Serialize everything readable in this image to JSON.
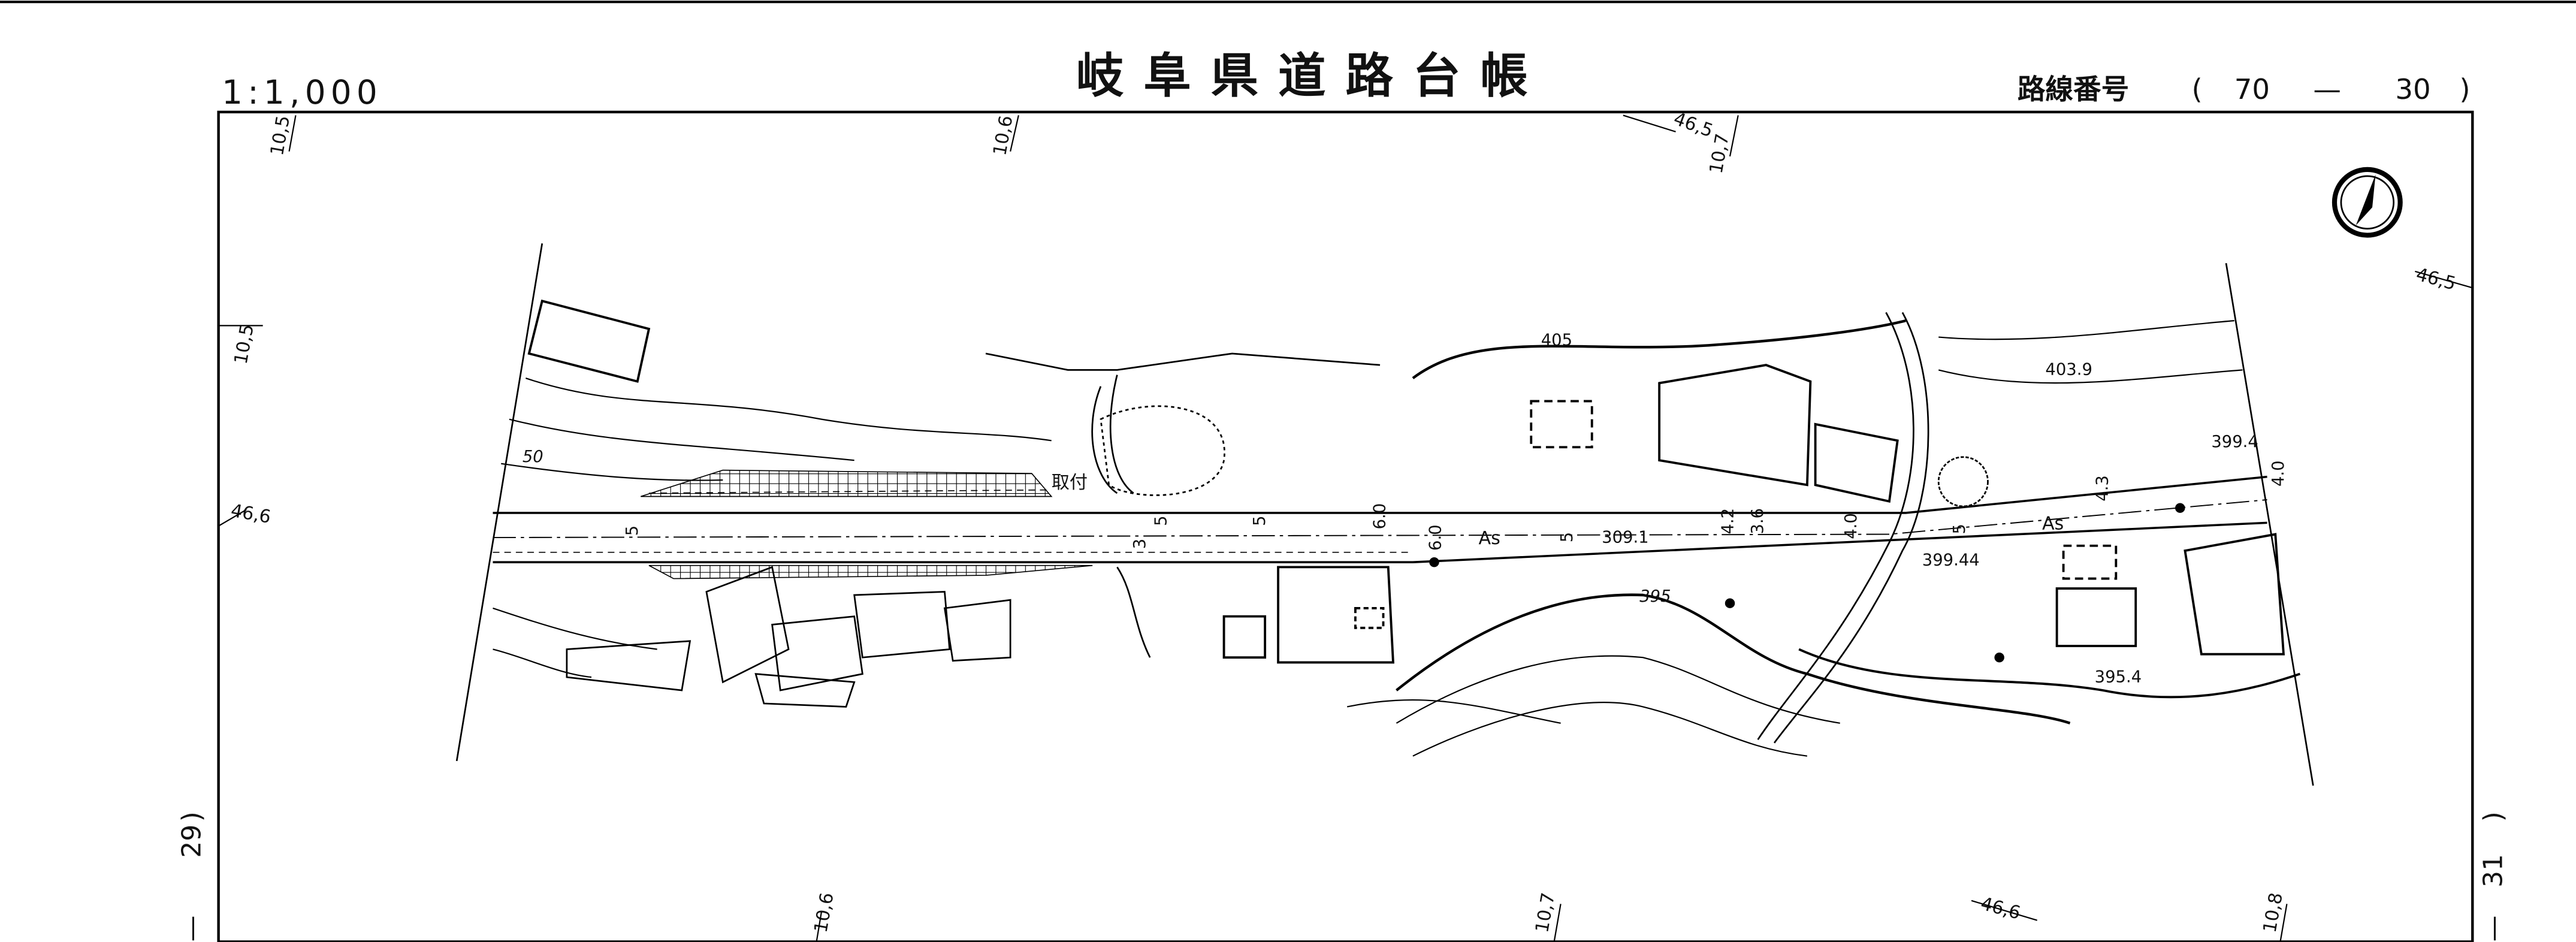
{
  "header": {
    "title": "岐阜県道路台帳",
    "scale": "1:1,000",
    "route_label": "路線番号",
    "route_open": "(",
    "route_major": "70",
    "route_dash": "—",
    "route_minor": "30",
    "route_close": ")"
  },
  "sheet": {
    "prev": "29",
    "next": "31",
    "paren": ")",
    "dash": "—"
  },
  "grid_labels": {
    "top": [
      "10,5",
      "10,6",
      "46,5",
      "10,7"
    ],
    "left": [
      "10,5",
      "46,6"
    ],
    "right": [
      "46,5"
    ],
    "bottom": [
      "10,6",
      "10,7",
      "46,6",
      "10,8"
    ]
  },
  "map_labels": {
    "contour_405": "405",
    "contour_50": "50",
    "contour_395": "395",
    "elev_403_9": "403.9",
    "elev_399_4": "399.4",
    "elev_399_44": "399.44",
    "elev_395_4": "395.4",
    "elev_309_1": "309.1",
    "surface_as_1": "As",
    "surface_as_2": "As",
    "access_label": "取付",
    "widths": [
      "5",
      "3",
      "5",
      "5",
      "6.0",
      "6.0",
      "5",
      "4.2",
      "3.6",
      "4.0",
      "5",
      "4.3",
      "4.0"
    ]
  },
  "north_arrow": "north-arrow-icon"
}
